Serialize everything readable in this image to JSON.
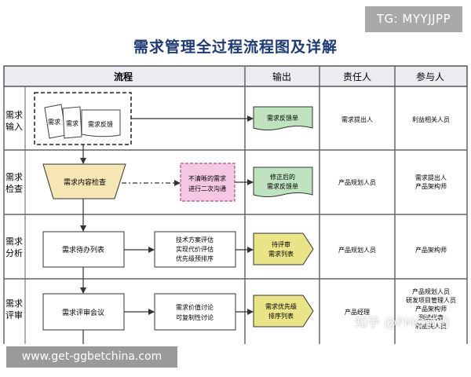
{
  "badge": {
    "tg": "TG: MYYJJPP"
  },
  "title": "需求管理全过程流程图及详解",
  "table": {
    "headers": {
      "process": "流程",
      "output": "输出",
      "owner": "责任人",
      "participants": "参与人"
    }
  },
  "rows": [
    {
      "stage": [
        "需求",
        "输入"
      ],
      "cards": [
        "需求",
        "需求",
        "需求反馈"
      ],
      "output": [
        "需求反馈单"
      ],
      "owner": [
        "需求提出人"
      ],
      "participants": [
        "利益相关人员"
      ]
    },
    {
      "stage": [
        "需求",
        "检查"
      ],
      "main": "需求内容检查",
      "side": [
        "不清晰的需求",
        "进行二次沟通"
      ],
      "output": [
        "修正后的",
        "需求反馈单"
      ],
      "owner": [
        "产品规划人员"
      ],
      "participants": [
        "需求提出人",
        "产品架构师"
      ]
    },
    {
      "stage": [
        "需求",
        "分析"
      ],
      "main": "需求待办列表",
      "side": [
        "技术方案评估",
        "实现代价评估",
        "优先级预排序"
      ],
      "output": [
        "待评审",
        "需求列表"
      ],
      "owner": [
        "产品规划人员"
      ],
      "participants": [
        "产品架构师"
      ]
    },
    {
      "stage": [
        "需求",
        "评审"
      ],
      "main": "需求评审会议",
      "side": [
        "需求价值讨论",
        "可复制性讨论"
      ],
      "output": [
        "需求优先级",
        "排序列表"
      ],
      "owner": [
        "产品经理"
      ],
      "participants": [
        "产品规划人员",
        "研发项目管理人员",
        "产品架构师",
        "测试代表",
        "利益关人员"
      ]
    }
  ],
  "watermark": "知乎 @PMO前沿",
  "url_badge": "www.get-ggbetchina.com",
  "colors": {
    "title": "#1f3a73",
    "header_bg": "#ebebf2",
    "output_green": "#bfe3bf",
    "check_tan": "#f5e6b4",
    "side_pink": "#f4c8e2",
    "tag_yellow": "#e8e487"
  }
}
